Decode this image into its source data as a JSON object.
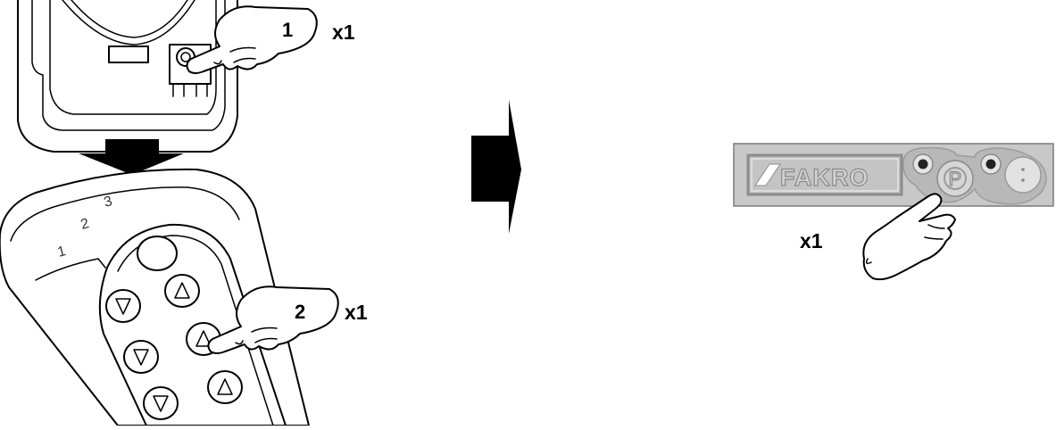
{
  "steps": [
    {
      "number": "1",
      "multiplier": "x1"
    },
    {
      "number": "2",
      "multiplier": "x1"
    }
  ],
  "remote": {
    "channels": [
      "1",
      "2",
      "3"
    ]
  },
  "panel": {
    "logo_text": "FAKRO",
    "program_button_label": "P",
    "multiplier": "x1"
  },
  "colors": {
    "panel_fill": "#c8c8c8",
    "panel_stroke": "#7a7a7a",
    "ink": "#000000"
  },
  "icons": [
    "hand-icon",
    "arrow-down-icon",
    "arrow-right-icon",
    "triangle-up-icon",
    "triangle-down-icon"
  ]
}
